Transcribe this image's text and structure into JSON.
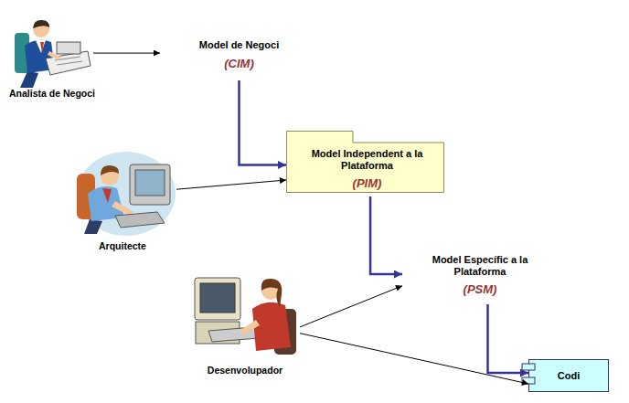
{
  "diagram": {
    "nodes": [
      {
        "text": [
          "Analista de Negoci"
        ]
      },
      {
        "text": [
          "Model de Negoci",
          "(CIM)"
        ]
      },
      {
        "text": [
          "Arquitecte"
        ]
      },
      {
        "text": [
          "Model Independent a la Plataforma",
          "(PIM)"
        ]
      },
      {
        "text": [
          "Desenvolupador"
        ]
      },
      {
        "text": [
          "Model Específic a la Plataforma",
          "(PSM)"
        ]
      },
      {
        "text": [
          "Codi"
        ]
      }
    ],
    "edges": [
      {
        "from": 0,
        "to": 1,
        "arrow": "to"
      },
      {
        "from": 1,
        "to": 3,
        "arrow": "to"
      },
      {
        "from": 2,
        "to": 3,
        "arrow": "to"
      },
      {
        "from": 3,
        "to": 5,
        "arrow": "to"
      },
      {
        "from": 4,
        "to": 5,
        "arrow": "to"
      },
      {
        "from": 4,
        "to": 6,
        "arrow": "to"
      },
      {
        "from": 5,
        "to": 6,
        "arrow": "to"
      }
    ]
  }
}
